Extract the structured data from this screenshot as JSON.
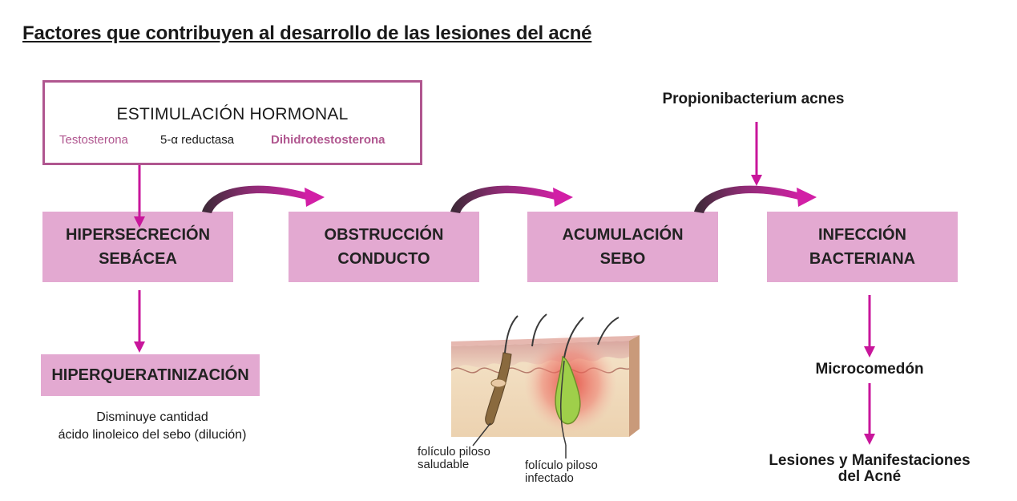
{
  "title": "Factores que contribuyen al desarrollo de las lesiones del acné",
  "hormonal": {
    "heading": "ESTIMULACIÓN HORMONAL",
    "testosterone": "Testosterona",
    "enzyme": "5-α reductasa",
    "dht": "Dihidrotestosterona"
  },
  "nodes": {
    "hypersecretion": "HIPERSECRECIÓN\nSEBÁCEA",
    "obstruction": "OBSTRUCCIÓN\nCONDUCTO",
    "accumulation": "ACUMULACIÓN\nSEBO",
    "infection": "INFECCIÓN\nBACTERIANA",
    "hyperkeratinization": "HIPERQUERATINIZACIÓN"
  },
  "notes": {
    "hyperkeratinization_note": "Disminuye cantidad\nácido linoleico del sebo (dilución)",
    "bacteria": "Propionibacterium acnes",
    "microcomedone": "Microcomedón",
    "lesions": "Lesiones y Manifestaciones\ndel Acné"
  },
  "illustration": {
    "healthy_label": "folículo piloso\nsaludable",
    "infected_label": "folículo piloso\ninfectado"
  },
  "colors": {
    "accent": "#c8169b",
    "node_fill": "#e3a9d1",
    "box_border": "#b0568f"
  }
}
